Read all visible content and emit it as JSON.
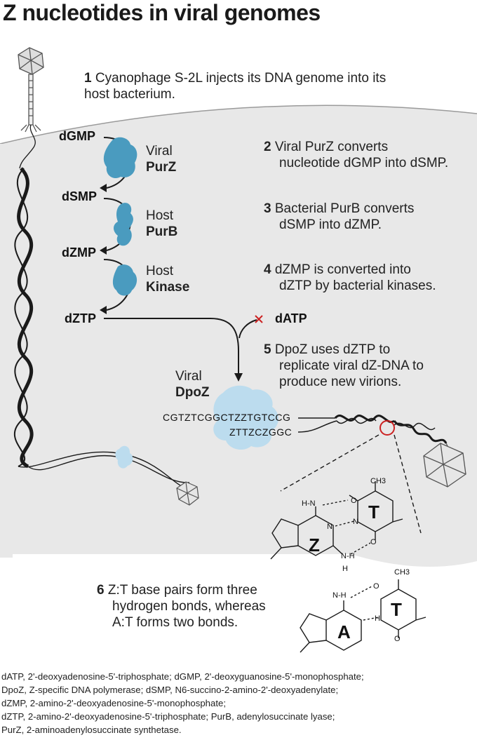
{
  "title": "Z nucleotides in viral genomes",
  "steps": [
    {
      "num": "1",
      "lines": [
        "Cyanophage S-2L injects its DNA genome into its",
        "host bacterium."
      ]
    },
    {
      "num": "2",
      "lines": [
        "Viral PurZ converts",
        "nucleotide dGMP into dSMP."
      ]
    },
    {
      "num": "3",
      "lines": [
        "Bacterial PurB converts",
        "dSMP into dZMP."
      ]
    },
    {
      "num": "4",
      "lines": [
        "dZMP is converted into",
        "dZTP by bacterial kinases."
      ]
    },
    {
      "num": "5",
      "lines": [
        "DpoZ uses dZTP to",
        "replicate viral dZ-DNA to",
        "produce new virions."
      ]
    },
    {
      "num": "6",
      "lines": [
        "Z:T base pairs form three",
        "hydrogen bonds, whereas",
        "A:T forms two bonds."
      ]
    }
  ],
  "molecules": {
    "dgmp": "dGMP",
    "dsmp": "dSMP",
    "dzmp": "dZMP",
    "dztp": "dZTP",
    "datp": "dATP"
  },
  "enzymes": [
    {
      "origin": "Viral",
      "name": "PurZ"
    },
    {
      "origin": "Host",
      "name": "PurB"
    },
    {
      "origin": "Host",
      "name": "Kinase"
    },
    {
      "origin": "Viral",
      "name": "DpoZ"
    }
  ],
  "sequence": {
    "top": "CGTZTCGGCTZZTGTCCG",
    "bottom": "ZTTZCZGGC"
  },
  "base_pairs": {
    "zt": {
      "purine": "Z",
      "pyrimidine": "T"
    },
    "at": {
      "purine": "A",
      "pyrimidine": "T"
    }
  },
  "chem_labels": {
    "n": "N",
    "o": "O",
    "h": "H",
    "ch3": "CH3",
    "hn": "H-N",
    "nh": "N-H",
    "nh_h": "N-H"
  },
  "abbreviations": [
    "dATP, 2'-deoxyadenosine-5'-triphosphate; dGMP, 2'-deoxyguanosine-5'-monophosphate;",
    "DpoZ, Z-specific DNA polymerase; dSMP, N6-succino-2-amino-2'-deoxyadenylate;",
    "dZMP, 2-amino-2'-deoxyadenosine-5'-monophosphate;",
    "dZTP, 2-amino-2'-deoxyadenosine-5'-triphosphate; PurB, adenylosuccinate lyase;",
    "PurZ, 2-aminoadenylosuccinate synthetase."
  ],
  "colors": {
    "cell": "#e8e8e8",
    "enzyme": "#4a9bbf",
    "polymerase": "#bcdcee",
    "ink": "#1a1a1a",
    "block_mark": "#cc2222"
  }
}
